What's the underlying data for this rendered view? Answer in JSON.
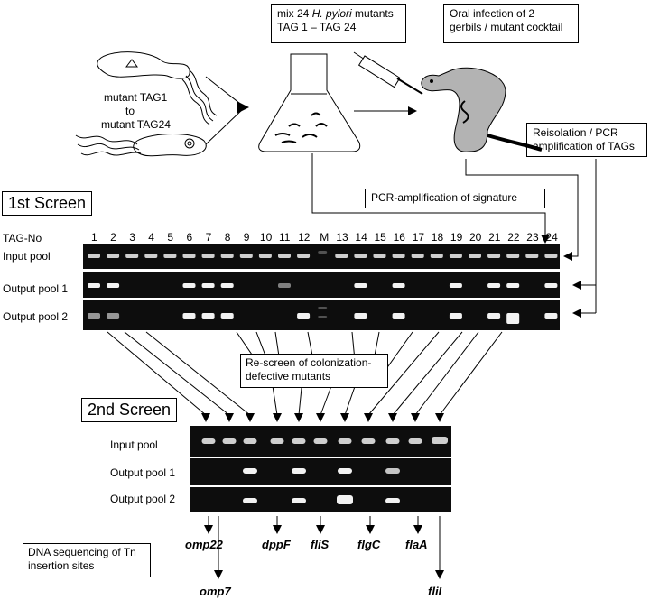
{
  "top_boxes": {
    "mix_line1_a": "mix 24 ",
    "mix_line1_species": "H. pylori",
    "mix_line1_b": " mutants",
    "mix_line2": "TAG 1 – TAG 24",
    "infection_line1": "Oral infection of 2",
    "infection_line2": "gerbils / mutant cocktail",
    "reisolation_line1": "Reisolation / PCR",
    "reisolation_line2": "amplification of TAGs"
  },
  "mutant_labels": {
    "line1": "mutant TAG1",
    "line2": "to",
    "line3": "mutant TAG24"
  },
  "pcr_box": "PCR-amplification of signature",
  "first_screen": {
    "title": "1st Screen",
    "tag_header": "TAG-No",
    "lane_labels": [
      "1",
      "2",
      "3",
      "4",
      "5",
      "6",
      "7",
      "8",
      "9",
      "10",
      "11",
      "12",
      "M",
      "13",
      "14",
      "15",
      "16",
      "17",
      "18",
      "19",
      "20",
      "21",
      "22",
      "23",
      "24"
    ],
    "rows": [
      "Input pool",
      "Output pool 1",
      "Output pool 2"
    ]
  },
  "rescreen_box": {
    "line1": "Re-screen of colonization-",
    "line2": "defective mutants"
  },
  "second_screen": {
    "title": "2nd Screen",
    "rows": [
      "Input pool",
      "Output pool 1",
      "Output pool 2"
    ]
  },
  "genes": [
    "omp22",
    "omp7",
    "dppF",
    "fliS",
    "flgC",
    "flaA",
    "fliI"
  ],
  "dna_box": {
    "line1": "DNA sequencing of Tn",
    "line2": "insertion sites"
  },
  "colors": {
    "gel": "#0d0d0d",
    "band": "#f2f2f2",
    "mouse": "#b3b3b3"
  }
}
